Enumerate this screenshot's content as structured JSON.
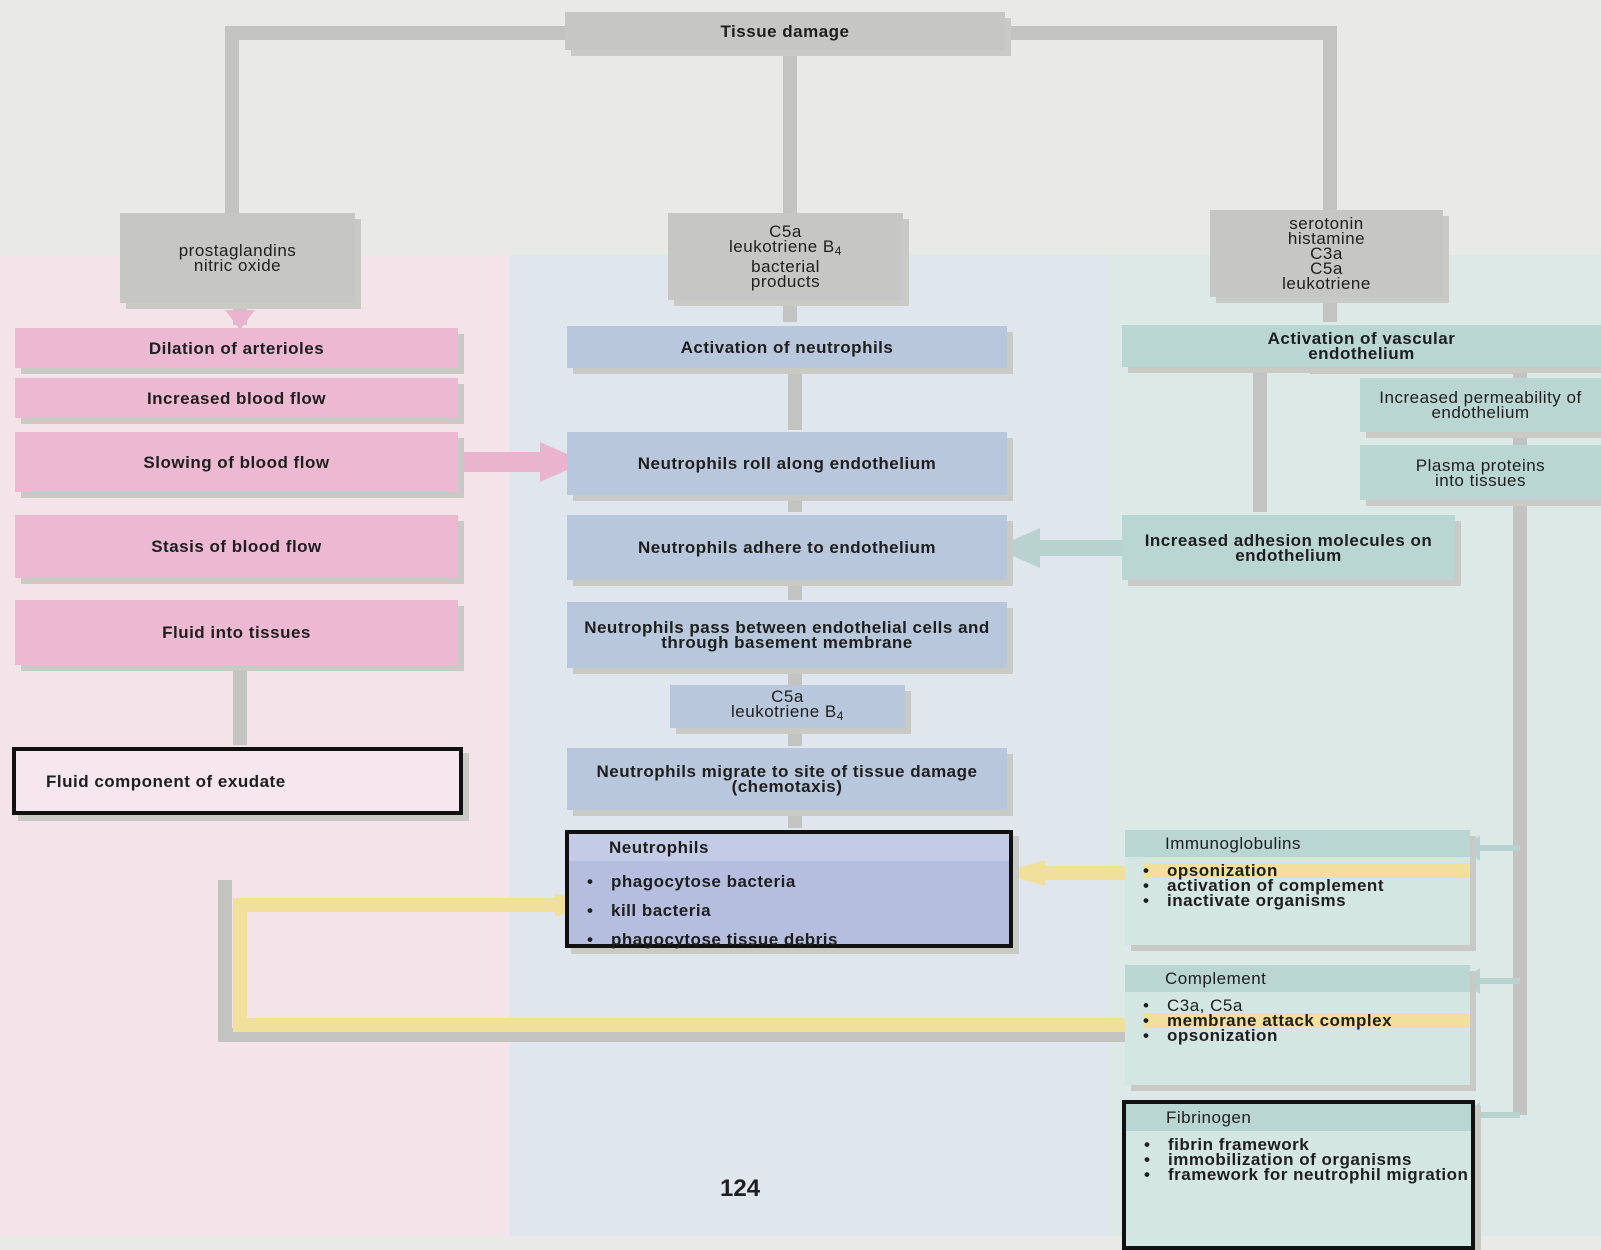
{
  "top": {
    "title": "Tissue damage"
  },
  "mediators": {
    "left": [
      "prostaglandins",
      "nitric oxide"
    ],
    "center": [
      "C5a",
      "leukotriene B",
      "bacterial",
      "products"
    ],
    "center_sub": "4",
    "right": [
      "serotonin",
      "histamine",
      "C3a",
      "C5a",
      "leukotriene"
    ]
  },
  "vascular": {
    "steps": [
      "Dilation of arterioles",
      "Increased blood flow",
      "Slowing of blood flow",
      "Stasis of blood flow",
      "Fluid into tissues"
    ],
    "outcome": "Fluid component of exudate"
  },
  "cellular": {
    "steps": [
      "Activation of neutrophils",
      "Neutrophils roll along endothelium",
      "Neutrophils adhere to endothelium",
      "Neutrophils pass between endothelial cells and through basement membrane"
    ],
    "chemo_lines": [
      "C5a",
      "leukotriene B"
    ],
    "chemo_sub": "4",
    "migrate": "Neutrophils migrate to site of tissue damage (chemotaxis)",
    "outcome": {
      "title": "Neutrophils",
      "items": [
        "phagocytose bacteria",
        "kill bacteria",
        "phagocytose tissue debris"
      ]
    }
  },
  "endothelial": {
    "activation": "Activation of vascular endothelium",
    "permeability": "Increased permeability of endothelium",
    "plasma": "Plasma proteins into tissues",
    "adhesion": "Increased adhesion molecules on endothelium"
  },
  "plasma_proteins": [
    {
      "title": "Immunoglobulins",
      "items": [
        "opsonization",
        "activation of complement",
        "inactivate organisms"
      ],
      "highlight": [
        0
      ]
    },
    {
      "title": "Complement",
      "items": [
        "C3a, C5a",
        "membrane attack complex",
        "opsonization"
      ],
      "highlight": [
        1
      ]
    },
    {
      "title": "Fibrinogen",
      "items": [
        "fibrin framework",
        "immobilization of organisms",
        "framework for neutrophil migration"
      ],
      "highlight": []
    }
  ],
  "colors": {
    "vascular": "#edb8d2",
    "cellular": "#b8c7dc",
    "endothelial": "#b9d6d2",
    "mediator": "#c6c6c4",
    "opsonin_path": "#f1df9c"
  },
  "page_number": "124"
}
